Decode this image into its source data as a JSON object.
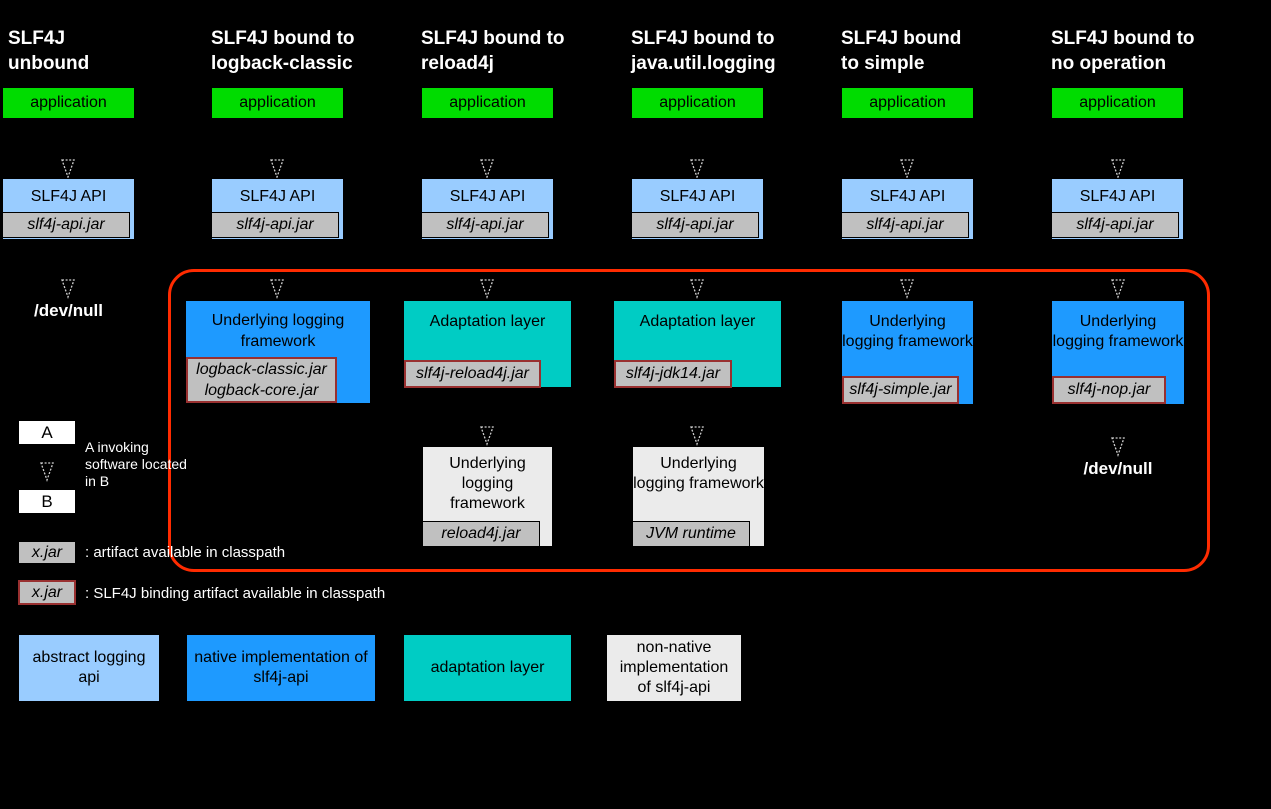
{
  "columns": [
    {
      "header": [
        "SLF4J",
        "unbound"
      ],
      "application": "application",
      "api": "SLF4J API",
      "api_jar": "slf4j-api.jar",
      "devnull": "/dev/null"
    },
    {
      "header": [
        "SLF4J bound to",
        "logback-classic"
      ],
      "application": "application",
      "api": "SLF4J API",
      "api_jar": "slf4j-api.jar",
      "binding": {
        "label": "Underlying logging framework",
        "jars": [
          "logback-classic.jar",
          "logback-core.jar"
        ]
      }
    },
    {
      "header": [
        "SLF4J bound to",
        "reload4j"
      ],
      "application": "application",
      "api": "SLF4J API",
      "api_jar": "slf4j-api.jar",
      "binding": {
        "label": "Adaptation layer",
        "jars": [
          "slf4j-reload4j.jar"
        ]
      },
      "underlying": {
        "label": "Underlying logging framework",
        "jars": [
          "reload4j.jar"
        ]
      }
    },
    {
      "header": [
        "SLF4J bound to",
        "java.util.logging"
      ],
      "application": "application",
      "api": "SLF4J API",
      "api_jar": "slf4j-api.jar",
      "binding": {
        "label": "Adaptation layer",
        "jars": [
          "slf4j-jdk14.jar"
        ]
      },
      "underlying": {
        "label": "Underlying logging framework",
        "jars": [
          "JVM runtime"
        ]
      }
    },
    {
      "header": [
        "SLF4J bound",
        "to simple"
      ],
      "application": "application",
      "api": "SLF4J API",
      "api_jar": "slf4j-api.jar",
      "binding": {
        "label": "Underlying logging framework",
        "jars": [
          "slf4j-simple.jar"
        ]
      }
    },
    {
      "header": [
        "SLF4J bound to",
        "no operation"
      ],
      "application": "application",
      "api": "SLF4J API",
      "api_jar": "slf4j-api.jar",
      "binding": {
        "label": "Underlying logging framework",
        "jars": [
          "slf4j-nop.jar"
        ]
      },
      "devnull": "/dev/null"
    }
  ],
  "legend": {
    "invoke": {
      "a": "A",
      "b": "B",
      "caption": [
        "A invoking",
        "software located",
        "in B"
      ]
    },
    "artifact": {
      "box": "x.jar",
      "caption": ": artifact available in classpath"
    },
    "binding_artifact": {
      "box": "x.jar",
      "caption": ": SLF4J binding artifact available in classpath"
    },
    "categories": [
      {
        "label": "abstract logging api"
      },
      {
        "label": "native implementation of slf4j-api"
      },
      {
        "label": "adaptation layer"
      },
      {
        "label": "non-native implementation of slf4j-api"
      }
    ]
  },
  "colors": {
    "application": "#00DC00",
    "abstract_api": "#99CCFF",
    "native_impl": "#1E9AFF",
    "adaptation": "#00CCC4",
    "non_native": "#EBEBEB",
    "jar": "#C0C0C0",
    "binding_border": "#993030",
    "frame": "#FF2B00"
  }
}
